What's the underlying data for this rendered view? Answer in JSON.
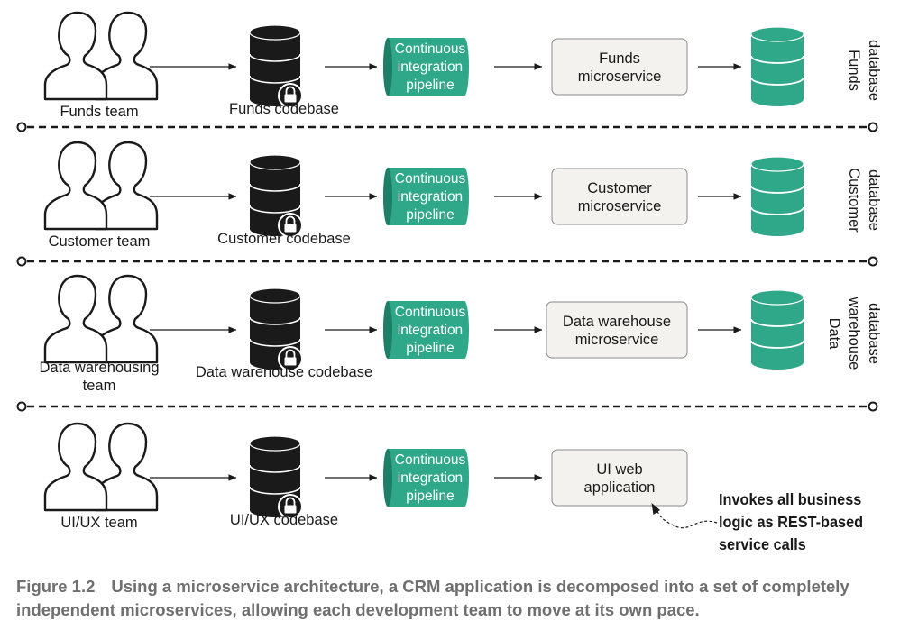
{
  "colors": {
    "accent_teal": "#2ea889",
    "stroke": "#1a1a1a",
    "box_fill": "#f3f2ee",
    "caption_gray": "#6f6f6f"
  },
  "icons": {
    "team": "team-icon",
    "codebase": "database-lock-icon",
    "pipeline": "pipeline-cylinder-icon",
    "database": "database-icon"
  },
  "rows": [
    {
      "team_lines": [
        "Funds team"
      ],
      "codebase_label": "Funds codebase",
      "pipeline_lines": [
        "Continuous",
        "integration",
        "pipeline"
      ],
      "service_lines": [
        "Funds",
        "microservice"
      ],
      "database_lines": [
        "Funds",
        "database"
      ]
    },
    {
      "team_lines": [
        "Customer team"
      ],
      "codebase_label": "Customer codebase",
      "pipeline_lines": [
        "Continuous",
        "integration",
        "pipeline"
      ],
      "service_lines": [
        "Customer",
        "microservice"
      ],
      "database_lines": [
        "Customer",
        "database"
      ]
    },
    {
      "team_lines": [
        "Data warehousing",
        "team"
      ],
      "codebase_label": "Data warehouse codebase",
      "pipeline_lines": [
        "Continuous",
        "integration",
        "pipeline"
      ],
      "service_lines": [
        "Data warehouse",
        "microservice"
      ],
      "database_lines": [
        "Data",
        "warehouse",
        "database"
      ]
    },
    {
      "team_lines": [
        "UI/UX team"
      ],
      "codebase_label": "UI/UX codebase",
      "pipeline_lines": [
        "Continuous",
        "integration",
        "pipeline"
      ],
      "service_lines": [
        "UI web",
        "application"
      ],
      "database_lines": []
    }
  ],
  "annotation": {
    "lines": [
      "Invokes all business",
      "logic as REST-based",
      "service calls"
    ]
  },
  "caption": {
    "figure_label": "Figure 1.2",
    "text": "Using a microservice architecture, a CRM application is decomposed into a set of completely independent microservices, allowing each development team to move at its own pace."
  }
}
